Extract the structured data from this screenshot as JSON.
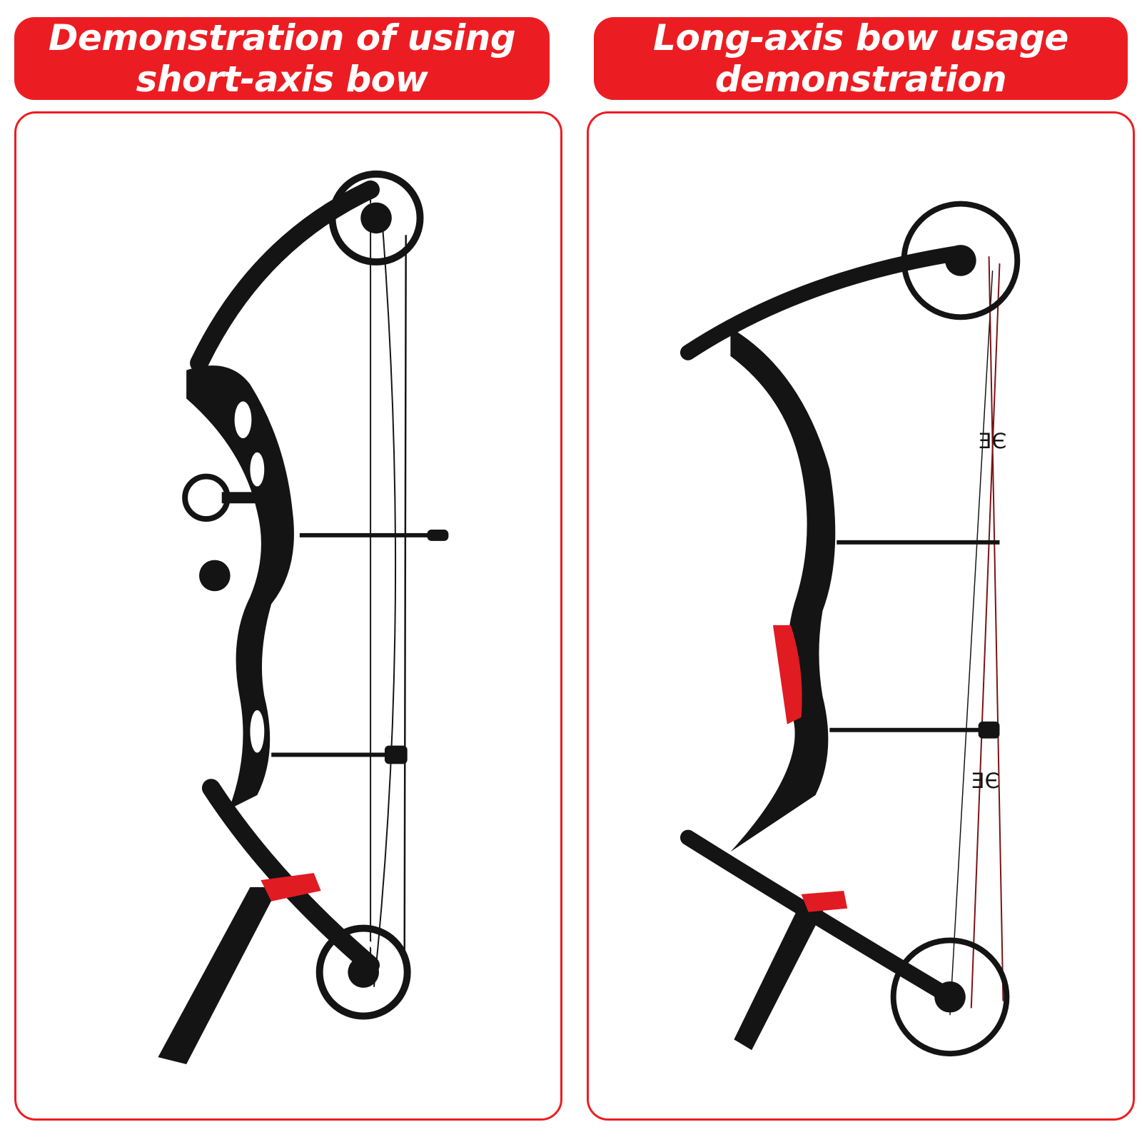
{
  "left": {
    "title_line1": "Demonstration of using",
    "title_line2": "short-axis bow"
  },
  "right": {
    "title_line1": "Long-axis bow usage",
    "title_line2": "demonstration"
  },
  "colors": {
    "banner_red": "#ec1d22",
    "bow_black": "#141414",
    "accent_red": "#e11b22"
  },
  "icons": [
    "short-axis-bow-image",
    "long-axis-bow-image"
  ]
}
